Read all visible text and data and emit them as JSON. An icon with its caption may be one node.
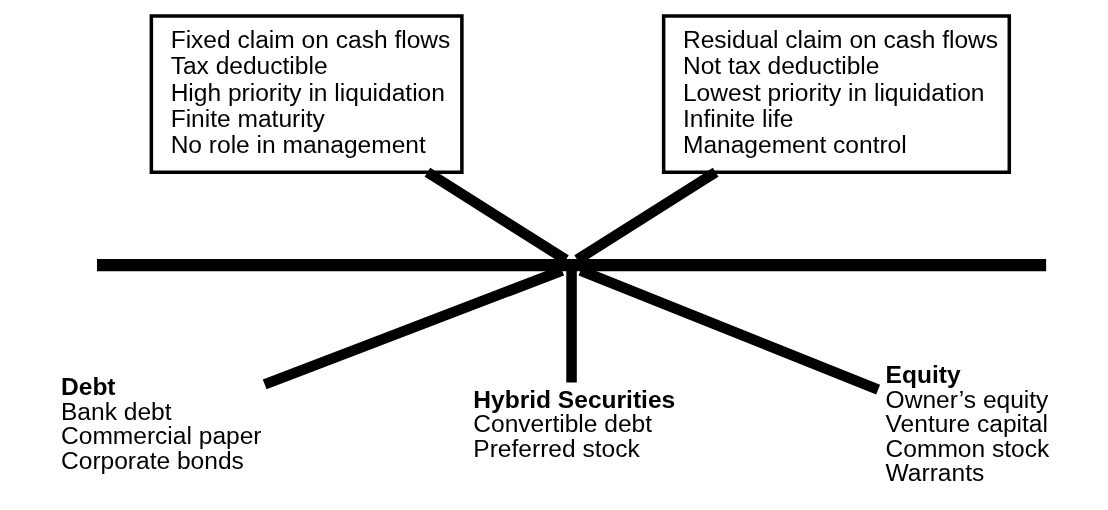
{
  "diagram": {
    "nodes": [
      {
        "text": [
          "Fixed claim on cash flows",
          "Tax deductible",
          "High priority in liquidation",
          "Finite maturity",
          "No role in management"
        ]
      },
      {
        "text": [
          "Residual claim on cash flows",
          "Not tax deductible",
          "Lowest priority in liquidation",
          "Infinite life",
          "Management control"
        ]
      },
      {
        "text": [],
        "shape": "bar"
      },
      {
        "text": [
          "Debt",
          "Bank debt",
          "Commercial paper",
          "Corporate bonds"
        ]
      },
      {
        "text": [
          "Hybrid Securities",
          "Convertible debt",
          "Preferred stock"
        ]
      },
      {
        "text": [
          "Equity",
          "Owner’s equity",
          "Venture capital",
          "Common stock",
          "Warrants"
        ]
      }
    ],
    "edges": [
      {
        "from": 0,
        "to": 2,
        "arrow": "none"
      },
      {
        "from": 1,
        "to": 2,
        "arrow": "none"
      },
      {
        "from": 2,
        "to": 3,
        "arrow": "none"
      },
      {
        "from": 2,
        "to": 4,
        "arrow": "none"
      },
      {
        "from": 2,
        "to": 5,
        "arrow": "none"
      }
    ]
  }
}
